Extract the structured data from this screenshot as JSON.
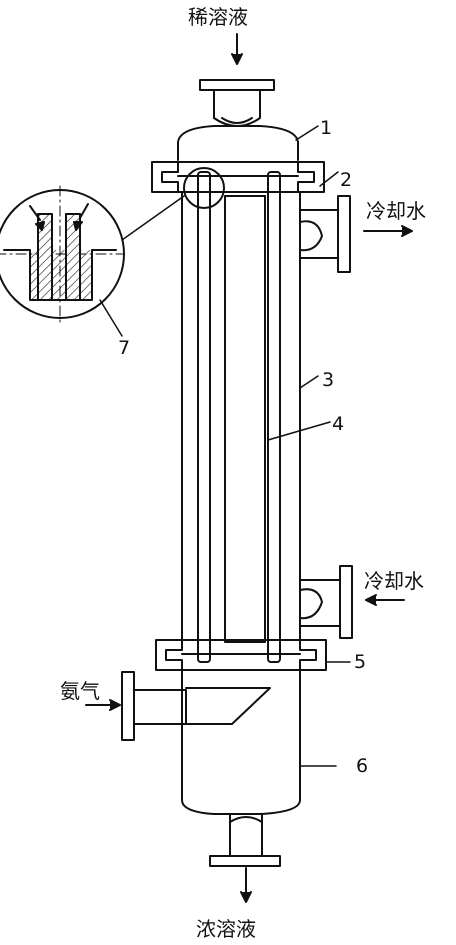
{
  "labels": {
    "inlet_top": "稀溶液",
    "outlet_bottom": "浓溶液",
    "cooling_water_out": "冷却水",
    "cooling_water_in": "冷却水",
    "ammonia_gas": "氨气"
  },
  "parts": {
    "p1": "1",
    "p2": "2",
    "p3": "3",
    "p4": "4",
    "p5": "5",
    "p6": "6",
    "p7": "7"
  },
  "colors": {
    "line": "#111111",
    "background": "#ffffff"
  }
}
